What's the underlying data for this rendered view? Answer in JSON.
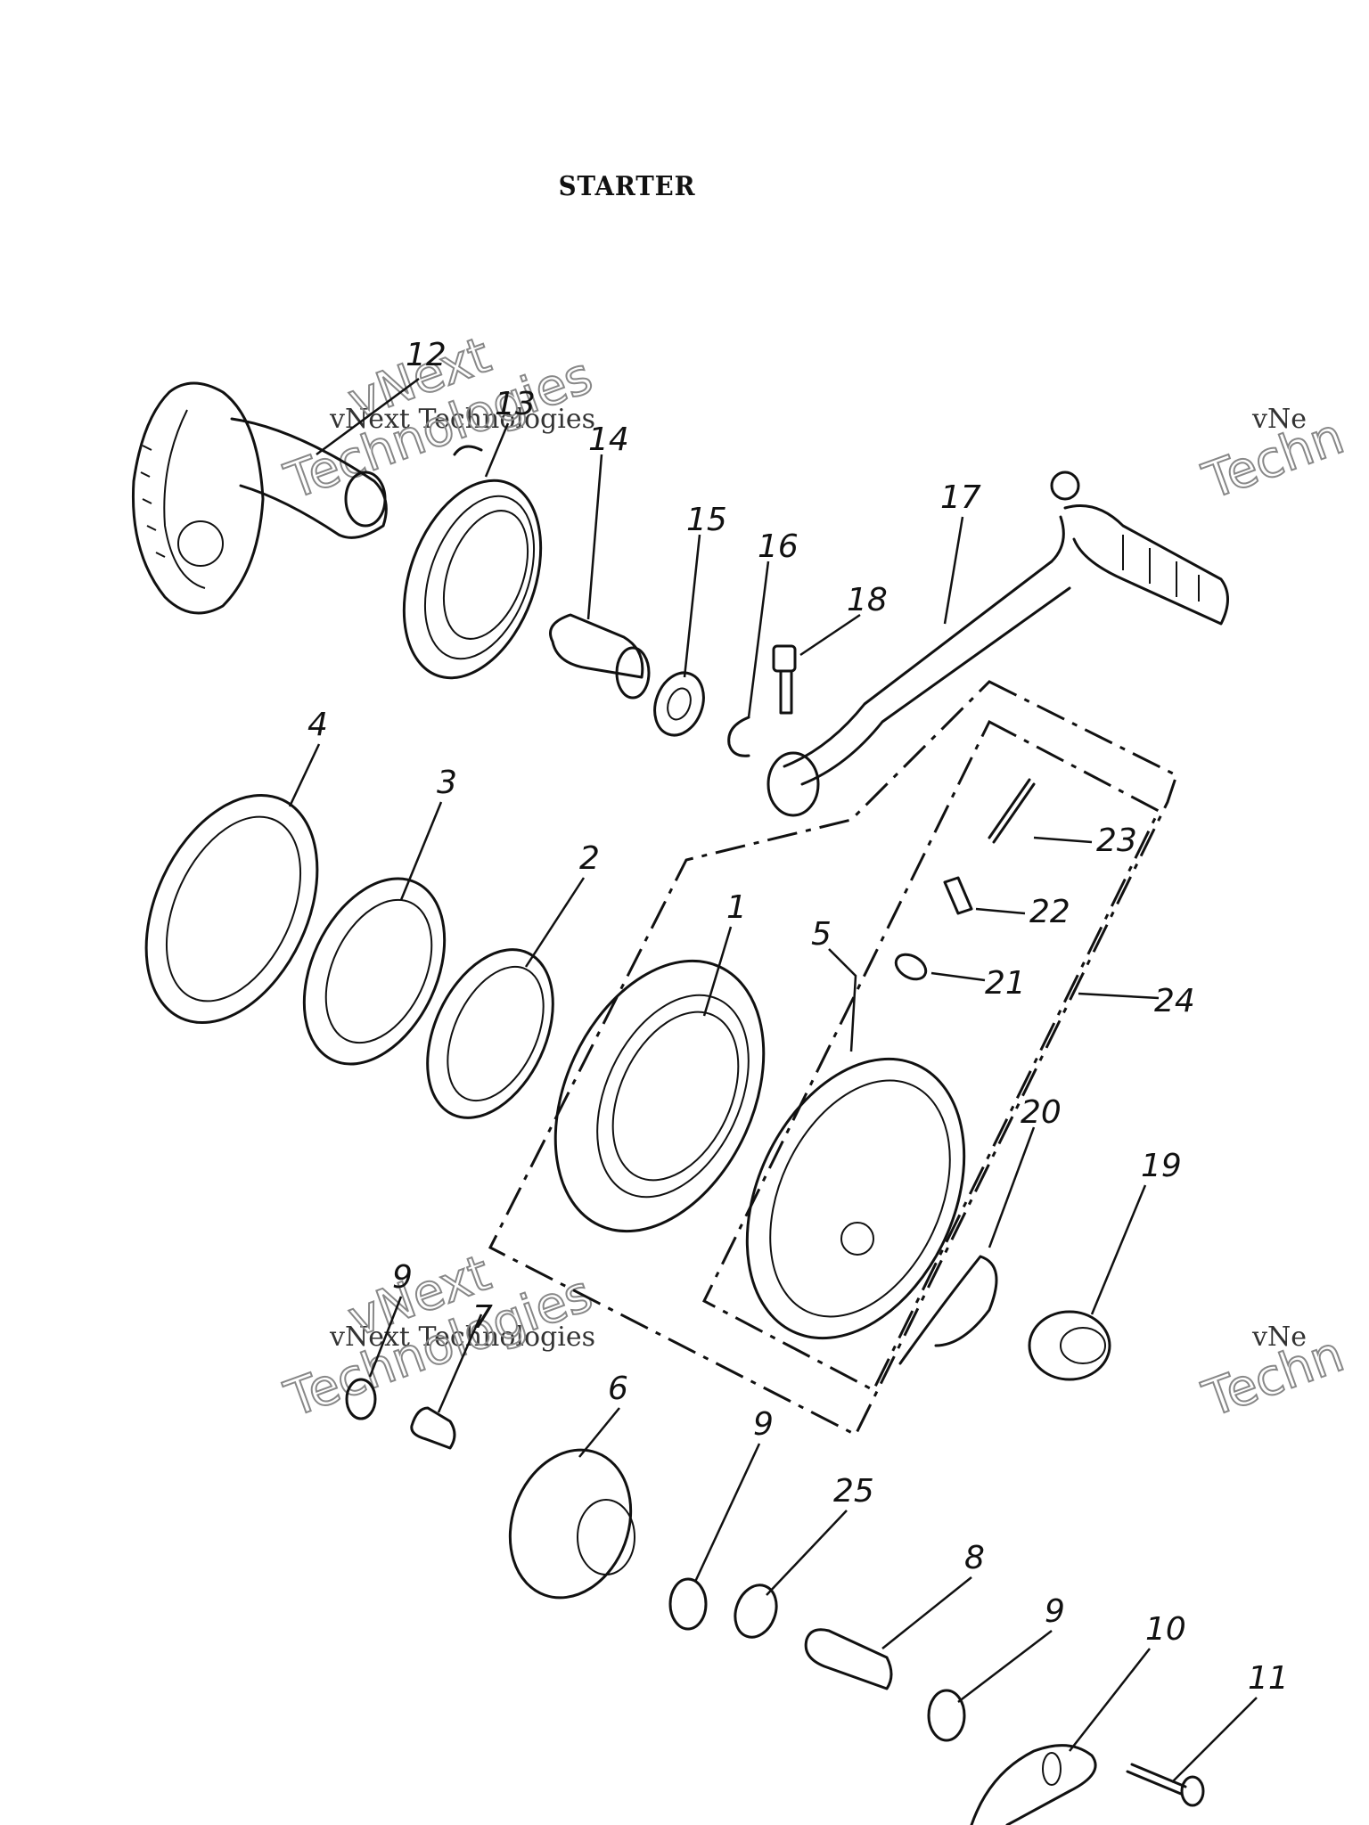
{
  "title": "STARTER",
  "callouts": [
    {
      "id": "c1",
      "text": "1"
    },
    {
      "id": "c2",
      "text": "2"
    },
    {
      "id": "c3",
      "text": "3"
    },
    {
      "id": "c4",
      "text": "4"
    },
    {
      "id": "c5",
      "text": "5"
    },
    {
      "id": "c6",
      "text": "6"
    },
    {
      "id": "c7",
      "text": "7"
    },
    {
      "id": "c8",
      "text": "8"
    },
    {
      "id": "c9a",
      "text": "9"
    },
    {
      "id": "c9b",
      "text": "9"
    },
    {
      "id": "c9c",
      "text": "9"
    },
    {
      "id": "c10",
      "text": "10"
    },
    {
      "id": "c11",
      "text": "11"
    },
    {
      "id": "c12",
      "text": "12"
    },
    {
      "id": "c13",
      "text": "13"
    },
    {
      "id": "c14",
      "text": "14"
    },
    {
      "id": "c15",
      "text": "15"
    },
    {
      "id": "c16",
      "text": "16"
    },
    {
      "id": "c17",
      "text": "17"
    },
    {
      "id": "c18",
      "text": "18"
    },
    {
      "id": "c19",
      "text": "19"
    },
    {
      "id": "c20",
      "text": "20"
    },
    {
      "id": "c21",
      "text": "21"
    },
    {
      "id": "c22",
      "text": "22"
    },
    {
      "id": "c23",
      "text": "23"
    },
    {
      "id": "c24",
      "text": "24"
    },
    {
      "id": "c25",
      "text": "25"
    }
  ],
  "watermark": {
    "line1": "vNext Technologies",
    "line2": "vNext",
    "line3": "Technologies",
    "line4": "vNe",
    "line5": "Techn"
  }
}
